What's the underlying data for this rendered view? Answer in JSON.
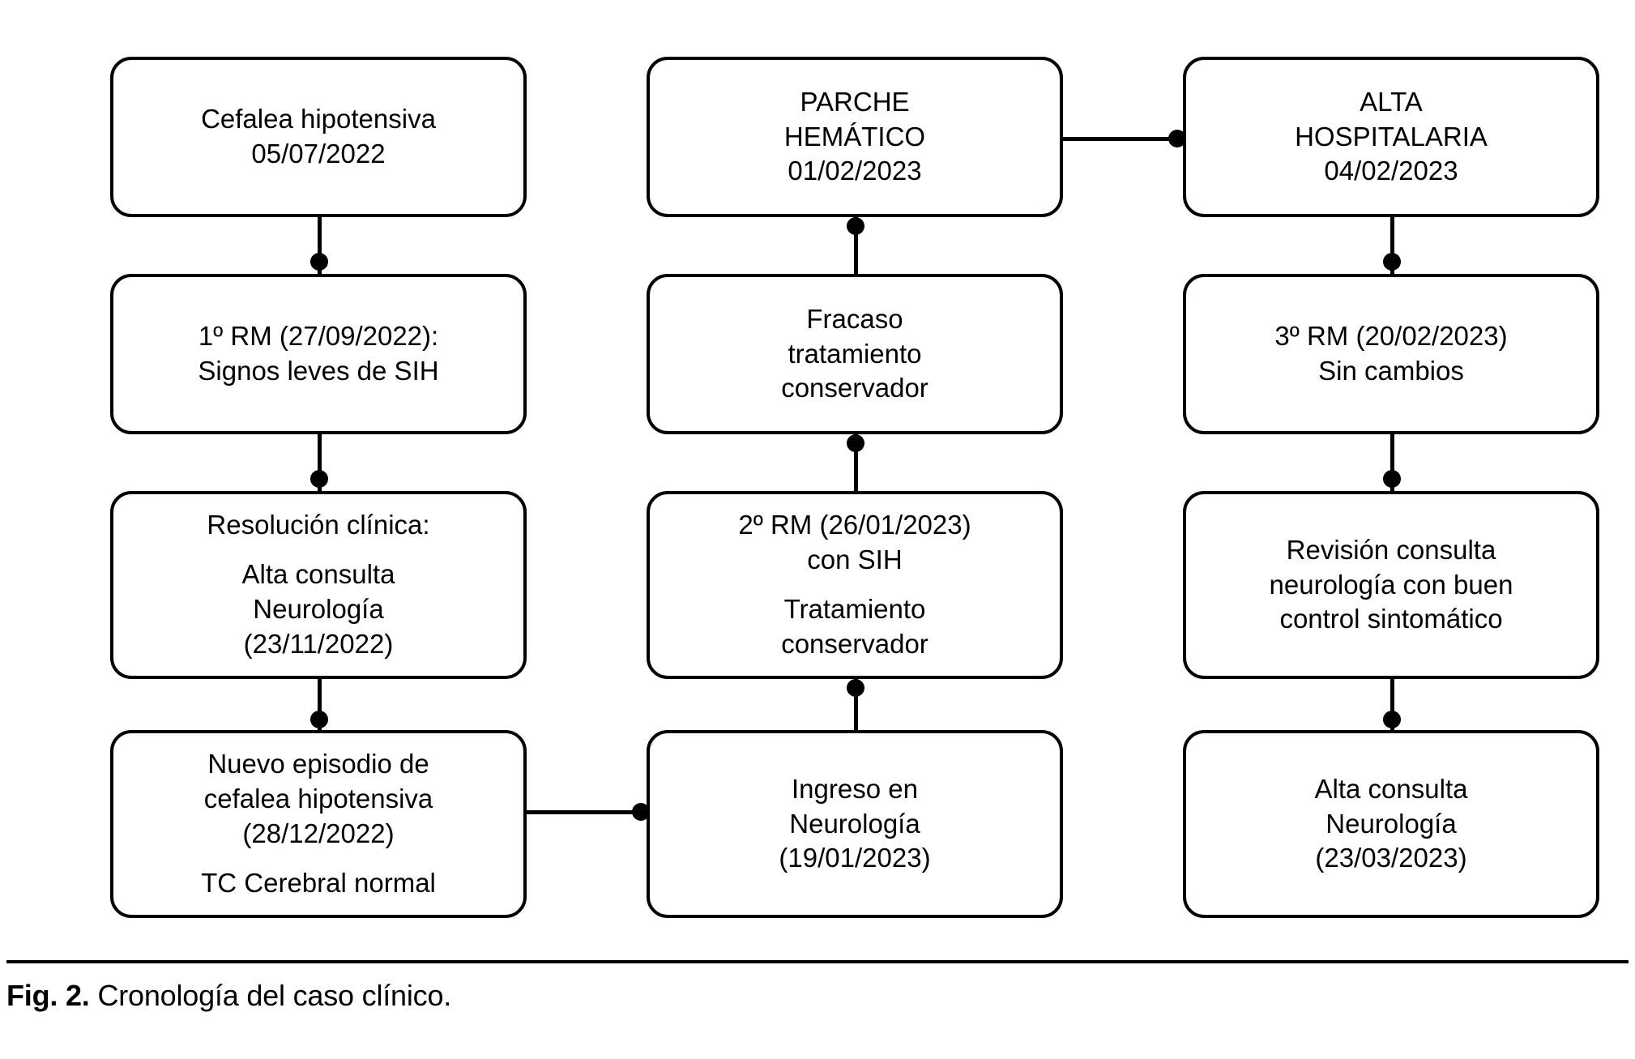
{
  "figure": {
    "caption_label": "Fig. 2.",
    "caption_text": "Cronología del caso clínico.",
    "stroke_color": "#000000",
    "background_color": "#ffffff"
  },
  "columns": [
    {
      "id": "column-left",
      "flow_direction": "down"
    },
    {
      "id": "column-middle",
      "flow_direction": "up"
    },
    {
      "id": "column-right",
      "flow_direction": "down"
    }
  ],
  "nodes": {
    "l1": {
      "id": "cefalea-hipotensiva",
      "lines": [
        "Cefalea hipotensiva",
        "05/07/2022"
      ]
    },
    "l2": {
      "id": "primera-rm",
      "lines": [
        "1º RM (27/09/2022):",
        "Signos leves de SIH"
      ]
    },
    "l3": {
      "id": "resolucion-clinica",
      "lines": [
        "Resolución clínica:",
        "Alta consulta",
        "Neurología",
        "(23/11/2022)"
      ]
    },
    "l4": {
      "id": "nuevo-episodio",
      "lines": [
        "Nuevo episodio de",
        "cefalea hipotensiva",
        "(28/12/2022)",
        "TC Cerebral normal"
      ]
    },
    "m1": {
      "id": "parche-hematico",
      "lines": [
        "PARCHE",
        "HEMÁTICO",
        "01/02/2023"
      ]
    },
    "m2": {
      "id": "fracaso-tratamiento",
      "lines": [
        "Fracaso",
        "tratamiento",
        "conservador"
      ]
    },
    "m3": {
      "id": "segunda-rm",
      "lines": [
        "2º RM (26/01/2023)",
        "con SIH",
        "Tratamiento",
        "conservador"
      ]
    },
    "m4": {
      "id": "ingreso-neurologia",
      "lines": [
        "Ingreso en",
        "Neurología",
        "(19/01/2023)"
      ]
    },
    "r1": {
      "id": "alta-hospitalaria",
      "lines": [
        "ALTA",
        "HOSPITALARIA",
        "04/02/2023"
      ]
    },
    "r2": {
      "id": "tercera-rm",
      "lines": [
        "3º RM (20/02/2023)",
        "Sin cambios"
      ]
    },
    "r3": {
      "id": "revision-consulta",
      "lines": [
        "Revisión consulta",
        "neurología con buen",
        "control sintomático"
      ]
    },
    "r4": {
      "id": "alta-consulta-final",
      "lines": [
        "Alta consulta",
        "Neurología",
        "(23/03/2023)"
      ]
    }
  },
  "edges": [
    {
      "id": "edge-l1-l2",
      "from": "cefalea-hipotensiva",
      "to": "primera-rm",
      "orientation": "vertical",
      "direction": "down"
    },
    {
      "id": "edge-l2-l3",
      "from": "primera-rm",
      "to": "resolucion-clinica",
      "orientation": "vertical",
      "direction": "down"
    },
    {
      "id": "edge-l3-l4",
      "from": "resolucion-clinica",
      "to": "nuevo-episodio",
      "orientation": "vertical",
      "direction": "down"
    },
    {
      "id": "edge-l4-m4",
      "from": "nuevo-episodio",
      "to": "ingreso-neurologia",
      "orientation": "horizontal",
      "direction": "right"
    },
    {
      "id": "edge-m4-m3",
      "from": "ingreso-neurologia",
      "to": "segunda-rm",
      "orientation": "vertical",
      "direction": "up"
    },
    {
      "id": "edge-m3-m2",
      "from": "segunda-rm",
      "to": "fracaso-tratamiento",
      "orientation": "vertical",
      "direction": "up"
    },
    {
      "id": "edge-m2-m1",
      "from": "fracaso-tratamiento",
      "to": "parche-hematico",
      "orientation": "vertical",
      "direction": "up"
    },
    {
      "id": "edge-m1-r1",
      "from": "parche-hematico",
      "to": "alta-hospitalaria",
      "orientation": "horizontal",
      "direction": "right"
    },
    {
      "id": "edge-r1-r2",
      "from": "alta-hospitalaria",
      "to": "tercera-rm",
      "orientation": "vertical",
      "direction": "down"
    },
    {
      "id": "edge-r2-r3",
      "from": "tercera-rm",
      "to": "revision-consulta",
      "orientation": "vertical",
      "direction": "down"
    },
    {
      "id": "edge-r3-r4",
      "from": "revision-consulta",
      "to": "alta-consulta-final",
      "orientation": "vertical",
      "direction": "down"
    }
  ]
}
